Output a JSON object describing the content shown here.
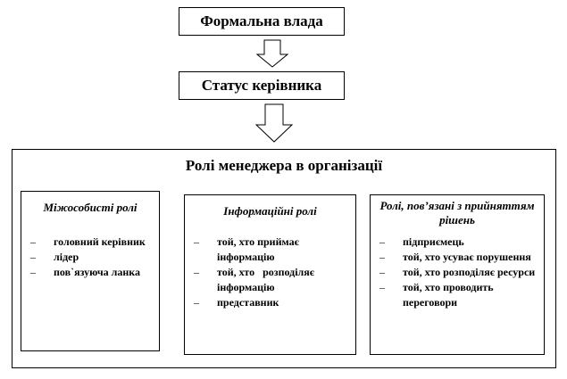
{
  "formal_power": "Формальна влада",
  "manager_status": "Статус керівника",
  "organization": {
    "title": "Ролі менеджера в організації",
    "groups": [
      {
        "title": "Міжособисті ролі",
        "items": [
          "головний керівник",
          "лідер",
          "пов`язуюча ланка"
        ]
      },
      {
        "title": "Інформаційні ролі",
        "items": [
          "той, хто приймає інформацію",
          "той, хто   розподіляє інформацію",
          "представник"
        ]
      },
      {
        "title": "Ролі, пов’язані з прийняттям рішень",
        "items": [
          "підприємець",
          "той, хто усуває порушення",
          "той, хто розподіляє ресурси",
          "той, хто проводить переговори"
        ]
      }
    ]
  },
  "bullet": "–"
}
